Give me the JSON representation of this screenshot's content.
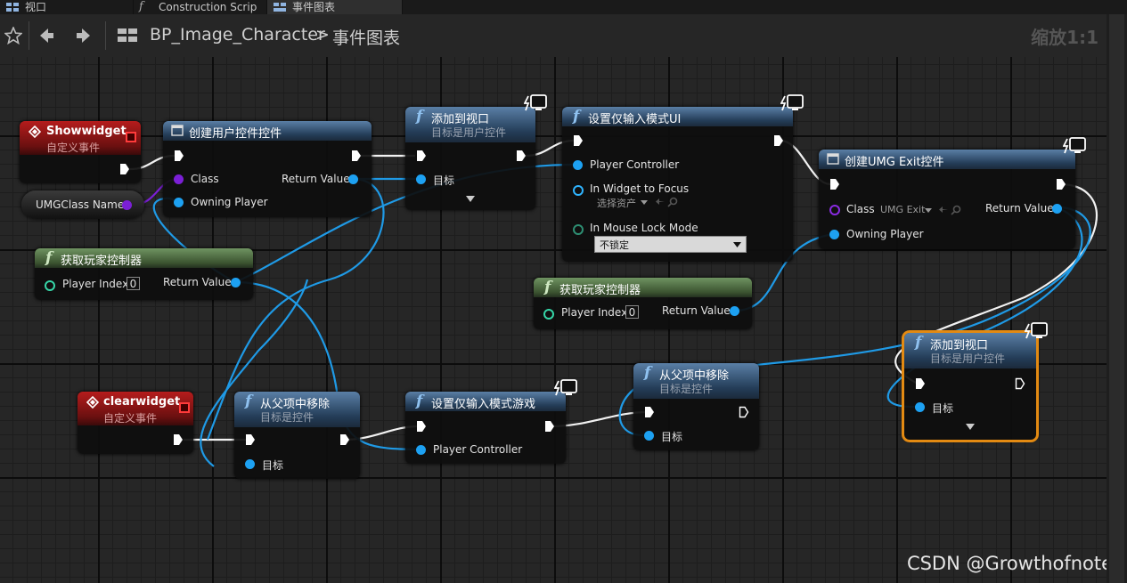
{
  "tabs": [
    {
      "label": "视口"
    },
    {
      "label": "Construction Scrip"
    },
    {
      "label": "事件图表"
    }
  ],
  "breadcrumb": {
    "asset": "BP_Image_Character",
    "separator": ">",
    "graph": "事件图表"
  },
  "zoom_label": "缩放1:1",
  "nodes": {
    "showwidget": {
      "title": "Showwidget",
      "subtitle": "自定义事件"
    },
    "umgclass_var": {
      "label": "UMGClass Name"
    },
    "create_widget": {
      "title": "创建用户控件控件",
      "class_label": "Class",
      "owning_label": "Owning Player",
      "return_label": "Return Value"
    },
    "add_viewport_1": {
      "title": "添加到视口",
      "subtitle": "目标是用户控件",
      "target_label": "目标"
    },
    "set_ui_mode": {
      "title": "设置仅输入模式UI",
      "pc_label": "Player Controller",
      "focus_label": "In Widget to Focus",
      "focus_value": "选择资产",
      "lock_label": "In Mouse Lock Mode",
      "lock_value": "不锁定"
    },
    "get_pc_1": {
      "title": "获取玩家控制器",
      "index_label": "Player Index",
      "index_value": "0",
      "return_label": "Return Value"
    },
    "create_exit": {
      "title": "创建UMG Exit控件",
      "class_label": "Class",
      "class_value": "UMG Exit",
      "return_label": "Return Value",
      "owning_label": "Owning Player"
    },
    "get_pc_2": {
      "title": "获取玩家控制器",
      "index_label": "Player Index",
      "index_value": "0",
      "return_label": "Return Value"
    },
    "add_viewport_2": {
      "title": "添加到视口",
      "subtitle": "目标是用户控件",
      "target_label": "目标"
    },
    "clearwidget": {
      "title": "clearwidget",
      "subtitle": "自定义事件"
    },
    "remove_parent_1": {
      "title": "从父项中移除",
      "subtitle": "目标是控件",
      "target_label": "目标"
    },
    "set_game_mode": {
      "title": "设置仅输入模式游戏",
      "pc_label": "Player Controller"
    },
    "remove_parent_2": {
      "title": "从父项中移除",
      "subtitle": "目标是控件",
      "target_label": "目标"
    }
  },
  "watermark": "CSDN @Growthofnotes",
  "colors": {
    "exec": "#ffffff",
    "object": "#1da1f2",
    "class": "#7b1fd6",
    "selected": "#e38a12",
    "func_header": "#2b4a6b",
    "event_header": "#8b1414",
    "pure_header": "#4b6a3e"
  }
}
